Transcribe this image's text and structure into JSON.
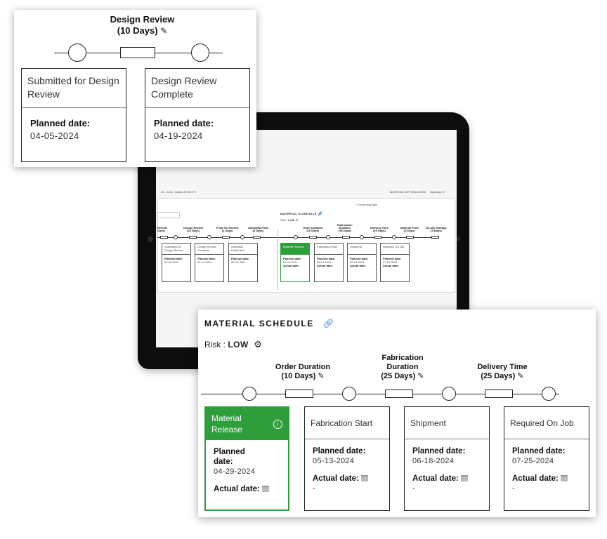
{
  "design_review_callout": {
    "duration_title": "Design Review",
    "duration_days": "(10 Days)",
    "cards": [
      {
        "title": "Submitted for Design Review",
        "planned_label": "Planned date:",
        "planned_date": "04-05-2024"
      },
      {
        "title": "Design Review Complete",
        "planned_label": "Planned date:",
        "planned_date": "04-19-2024"
      }
    ]
  },
  "tablet_screen": {
    "breadcrumb": "S1 - AHU - Daikin AHDC3",
    "status_text": "MATERIAL NOT RELEASED",
    "duplicate_label": "Duplicate",
    "governing_note": "* Governing date",
    "section_title": "MATERIAL SCHEDULE",
    "risk_label": "Risk :",
    "risk_value": "LOW",
    "durations": [
      "Review\nDays)",
      "Design Review\n(10 Days)",
      "Final GC Review\n(1 Days)",
      "Submittal Final\n(5 Days)",
      "Order Duration\n(10 Days)",
      "Fabrication\nDuration\n(25 Days)",
      "Delivery Time\n(25 Days)",
      "Material Final\n(0 Days)",
      "On-site Storage\n(5 Days)"
    ],
    "cards": [
      {
        "title": "Submitted for Design Review",
        "planned_label": "Planned date:",
        "planned_date": "04-05-2024"
      },
      {
        "title": "Design Review Complete",
        "planned_label": "Planned date:",
        "planned_date": "04-19-2024"
      },
      {
        "title": "Submittal Distributed",
        "planned_label": "Planned date:",
        "planned_date": "04-22-2024"
      },
      {
        "title": "Material Release",
        "planned_label": "Planned date:",
        "planned_date": "04-29-2024",
        "actual_label": "Actual date:"
      },
      {
        "title": "Fabrication Start",
        "planned_label": "Planned date:",
        "planned_date": "05-13-2024",
        "actual_label": "Actual date:"
      },
      {
        "title": "Shipment",
        "planned_label": "Planned date:",
        "planned_date": "06-18-2024",
        "actual_label": "Actual date:"
      },
      {
        "title": "Required On Job",
        "planned_label": "Planned date:",
        "planned_date": "07-01-2024",
        "actual_label": "Actual date:"
      }
    ]
  },
  "material_schedule_callout": {
    "section_title": "MATERIAL SCHEDULE",
    "risk_label": "Risk :",
    "risk_value": "LOW",
    "durations": [
      {
        "title": "Order Duration",
        "days": "(10 Days)"
      },
      {
        "title": "Fabrication",
        "title2": "Duration",
        "days": "(25 Days)"
      },
      {
        "title": "Delivery Time",
        "days": "(25 Days)"
      }
    ],
    "cards": [
      {
        "title": "Material Release",
        "planned_label": "Planned",
        "planned_label2": "date:",
        "planned_date": "04-29-2024",
        "actual_label": "Actual date:",
        "actual_value": ""
      },
      {
        "title": "Fabrication Start",
        "planned_label": "Planned date:",
        "planned_date": "05-13-2024",
        "actual_label": "Actual date:",
        "actual_value": "-"
      },
      {
        "title": "Shipment",
        "planned_label": "Planned date:",
        "planned_date": "06-18-2024",
        "actual_label": "Actual date:",
        "actual_value": "-"
      },
      {
        "title": "Required On Job",
        "planned_label": "Planned date:",
        "planned_date": "07-25-2024",
        "actual_label": "Actual date:",
        "actual_value": "-"
      }
    ]
  },
  "colors": {
    "accent_green": "#2e9e3a",
    "link_blue": "#3b7bd6",
    "tablet_bezel": "#0d0d0d"
  },
  "icons": [
    "pencil-icon",
    "link-icon",
    "gear-icon",
    "info-icon",
    "calendar-icon",
    "refresh-icon"
  ]
}
